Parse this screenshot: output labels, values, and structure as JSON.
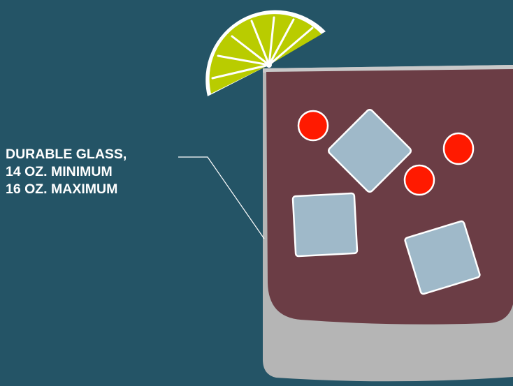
{
  "callout": {
    "line1": "DURABLE GLASS,",
    "line2": "14 OZ. MINIMUM",
    "line3": "16 OZ. MAXIMUM"
  },
  "colors": {
    "background": "#245466",
    "glass": "#b5b5b5",
    "glass_rim": "#c9c9c9",
    "drink": "#6b3d45",
    "ice": "#9fb9c9",
    "cherry": "#ff1a00",
    "lime_flesh": "#b9cc00",
    "lime_rind": "#ffffff",
    "leader_line": "#ffffff"
  },
  "icons": {
    "garnish": "lime-wedge-icon",
    "fruit": "cherry-icon",
    "ice": "ice-cube-icon"
  }
}
